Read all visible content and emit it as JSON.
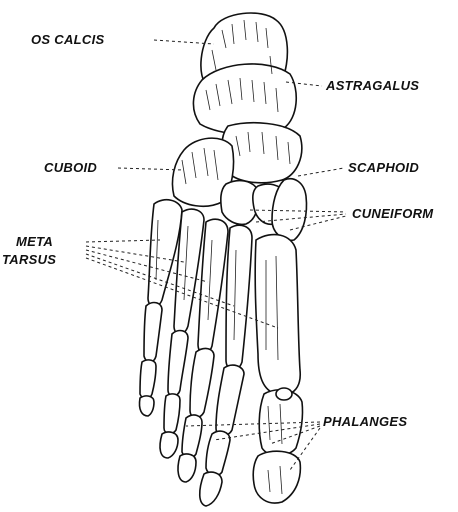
{
  "labels": {
    "os_calcis": "OS CALCIS",
    "astragalus": "ASTRAGALUS",
    "cuboid": "CUBOID",
    "scaphoid": "SCAPHOID",
    "cuneiform": "CUNEIFORM",
    "metatarsus_line1": "META",
    "metatarsus_line2": "TARSUS",
    "phalanges": "PHALANGES"
  }
}
